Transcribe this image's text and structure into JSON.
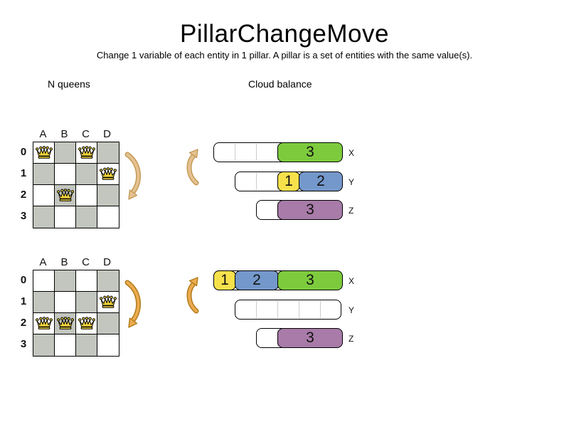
{
  "header": {
    "title": "PillarChangeMove",
    "subtitle": "Change 1 variable of each entity in 1 pillar. A pillar is a set of entities with the same value(s)."
  },
  "sections": {
    "nqueens": "N queens",
    "cloud": "Cloud balance"
  },
  "palette": {
    "green": "#7DCB3D",
    "yellow": "#F7E14B",
    "blue": "#7498CB",
    "purple": "#A87BA9",
    "gray_cell": "#C2C6BE",
    "queen_fill": "#F2D43C",
    "divider": "#CCCCCC",
    "arrow_light_fill": "#E5C290",
    "arrow_light_stroke": "#C49A58",
    "arrow_dark_fill": "#EAAC4D",
    "arrow_dark_stroke": "#B37A1E"
  },
  "diagram": {
    "boards": [
      {
        "id": "nqueens-before",
        "columns": [
          "A",
          "B",
          "C",
          "D"
        ],
        "rows": [
          "0",
          "1",
          "2",
          "3"
        ],
        "queens": [
          {
            "col": 0,
            "row": 0
          },
          {
            "col": 2,
            "row": 0
          },
          {
            "col": 3,
            "row": 1
          },
          {
            "col": 1,
            "row": 2
          }
        ]
      },
      {
        "id": "nqueens-after",
        "columns": [
          "A",
          "B",
          "C",
          "D"
        ],
        "rows": [
          "0",
          "1",
          "2",
          "3"
        ],
        "queens": [
          {
            "col": 3,
            "row": 1
          },
          {
            "col": 0,
            "row": 2
          },
          {
            "col": 1,
            "row": 2
          },
          {
            "col": 2,
            "row": 2
          }
        ]
      }
    ],
    "bar_groups": [
      {
        "id": "cloud-before",
        "bars": [
          {
            "label": "X",
            "capacity": 6,
            "segments": [
              {
                "text": "3",
                "start": 3,
                "span": 3,
                "color": "green"
              }
            ]
          },
          {
            "label": "Y",
            "capacity": 5,
            "segments": [
              {
                "text": "1",
                "start": 2,
                "span": 1,
                "color": "yellow"
              },
              {
                "text": "2",
                "start": 3,
                "span": 2,
                "color": "blue"
              }
            ]
          },
          {
            "label": "Z",
            "capacity": 4,
            "segments": [
              {
                "text": "3",
                "start": 1,
                "span": 3,
                "color": "purple"
              }
            ]
          }
        ]
      },
      {
        "id": "cloud-after",
        "bars": [
          {
            "label": "X",
            "capacity": 6,
            "segments": [
              {
                "text": "1",
                "start": 0,
                "span": 1,
                "color": "yellow"
              },
              {
                "text": "2",
                "start": 1,
                "span": 2,
                "color": "blue"
              },
              {
                "text": "3",
                "start": 3,
                "span": 3,
                "color": "green"
              }
            ]
          },
          {
            "label": "Y",
            "capacity": 5,
            "segments": []
          },
          {
            "label": "Z",
            "capacity": 4,
            "segments": [
              {
                "text": "3",
                "start": 1,
                "span": 3,
                "color": "purple"
              }
            ]
          }
        ]
      }
    ]
  }
}
